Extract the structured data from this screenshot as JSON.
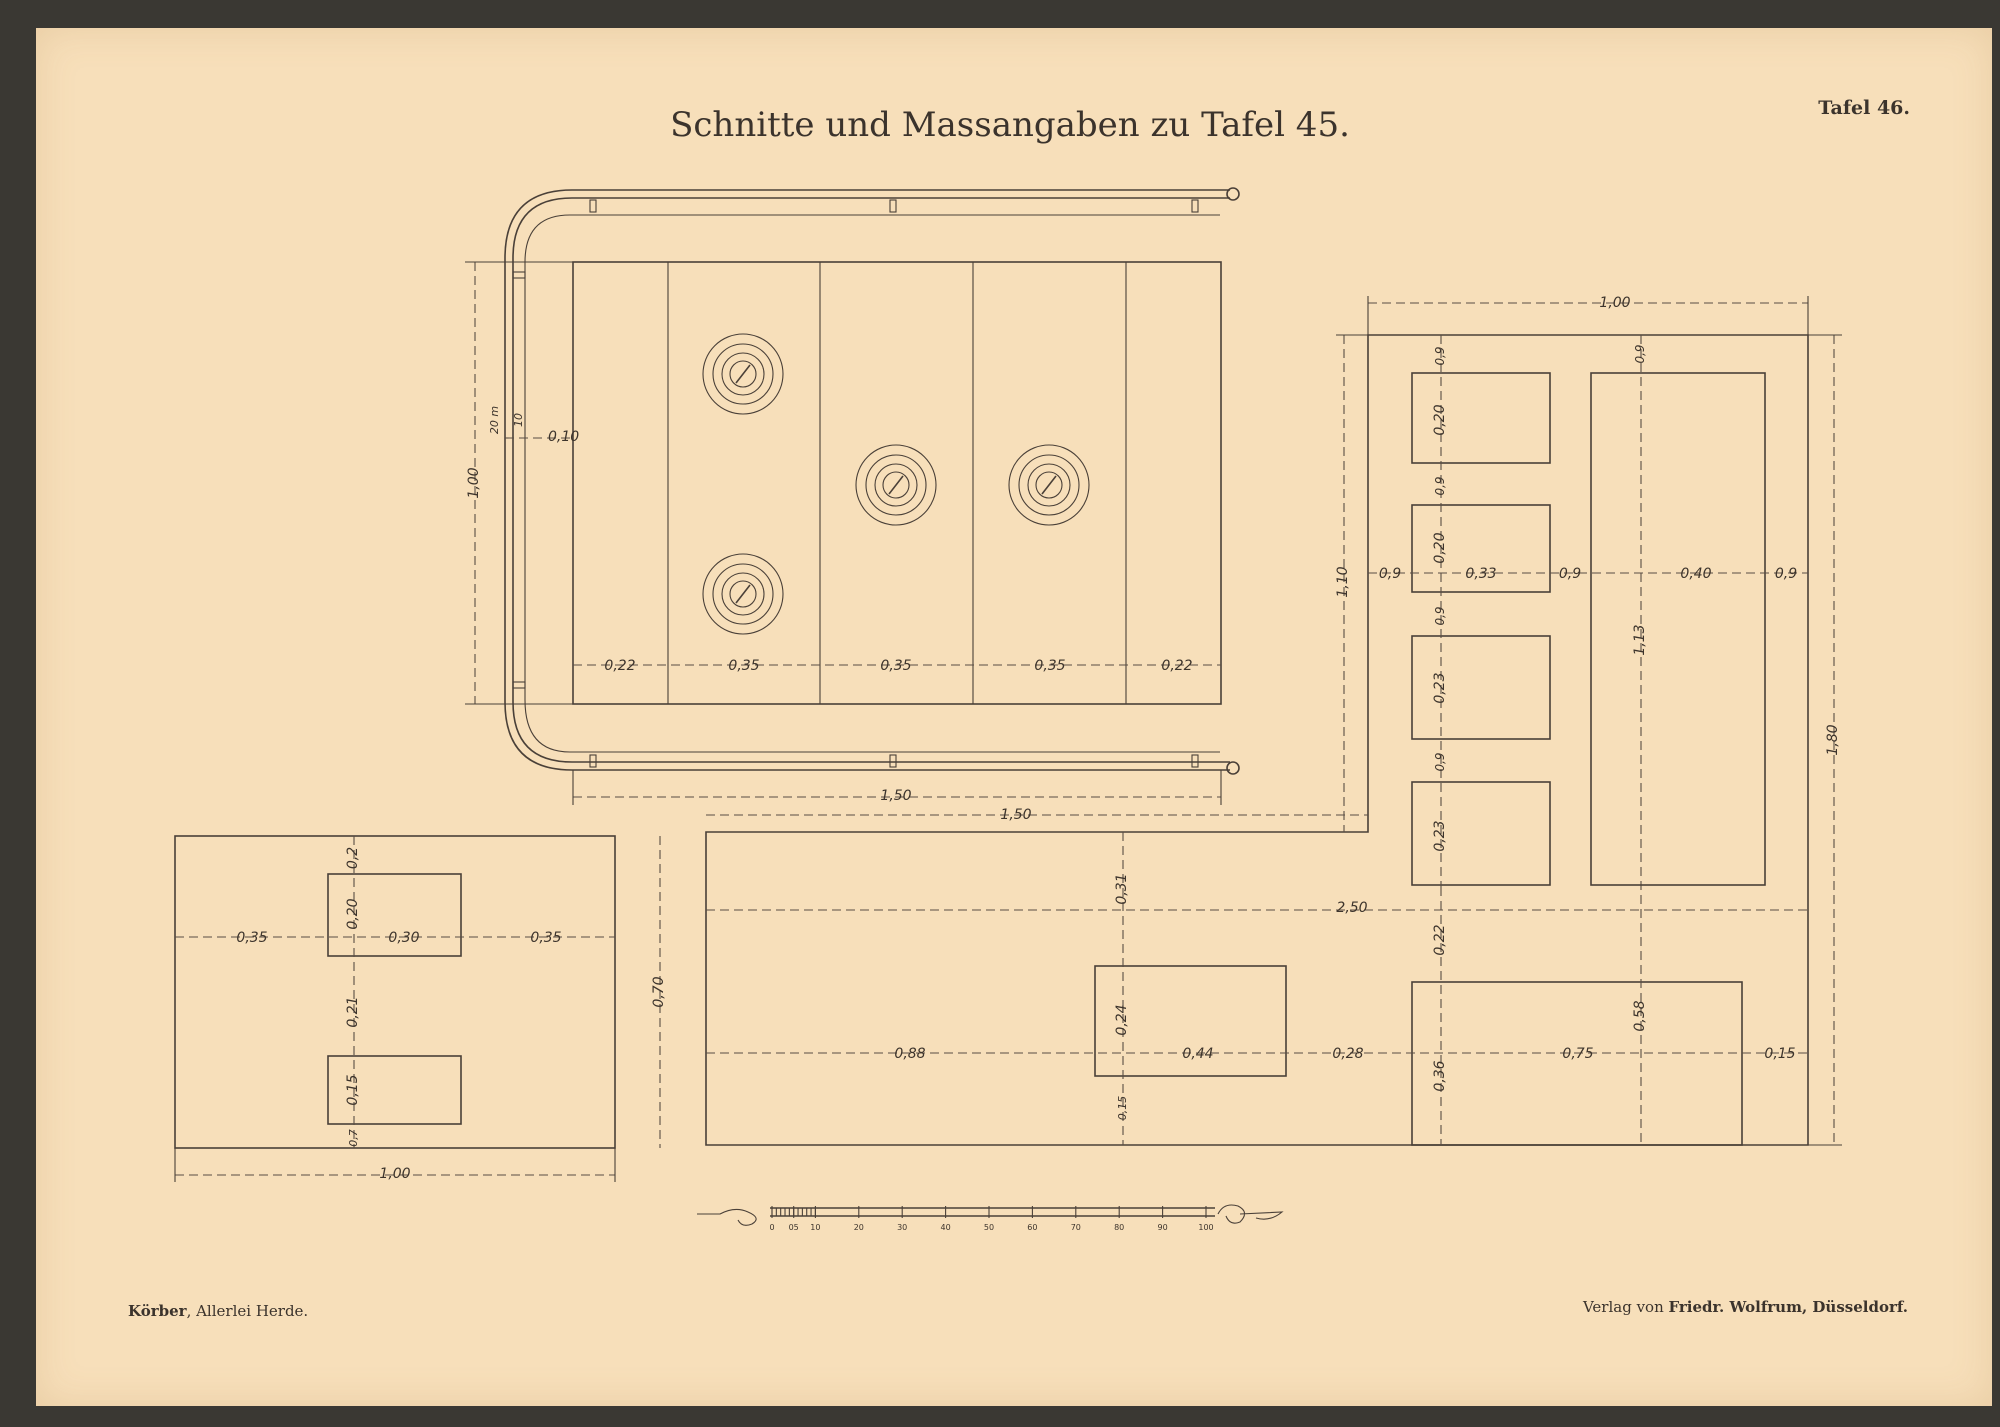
{
  "header": {
    "title": "Schnitte und Massangaben zu Tafel 45.",
    "plate_number": "Tafel 46."
  },
  "footer": {
    "author": "Körber",
    "book": ", Allerlei Herde.",
    "publisher_prefix": "Verlag von ",
    "publisher": "Friedr. Wolfrum, Düsseldorf."
  },
  "top_view": {
    "depth": "1,00",
    "rail_20": "20 m",
    "rail_10": "10",
    "offset": "0,10",
    "segments": [
      "0,22",
      "0,35",
      "0,35",
      "0,35",
      "0,22"
    ],
    "length": "1,50"
  },
  "front_left": {
    "widths": [
      "0,35",
      "0,30",
      "0,35"
    ],
    "heights": [
      "0,2",
      "0,20",
      "0,21",
      "0,15",
      "0,7"
    ],
    "total_height": "0,70",
    "total_width": "1,00"
  },
  "front_main": {
    "top_dim": "1,50",
    "top_gap": "0,31",
    "length": "2,50",
    "bottom_row": [
      "0,88",
      "0,44",
      "0,28",
      "0,75",
      "0,15"
    ],
    "box_heights": [
      "0,24",
      "0,15"
    ],
    "right_heights": [
      "0,22",
      "0,36",
      "0,58"
    ]
  },
  "side_view": {
    "width": "1,00",
    "height_left": "1,10",
    "height_right": "1,80",
    "widths": [
      "0,9",
      "0,33",
      "0,9",
      "0,40",
      "0,9"
    ],
    "col_heights": [
      "0,9",
      "0,20",
      "0,9",
      "0,20",
      "0,9",
      "0,23",
      "0,9",
      "0,23"
    ],
    "tall_top": "0,9",
    "tall_height": "1,13"
  },
  "scale": {
    "ticks": [
      "0",
      "05",
      "10",
      "20",
      "30",
      "40",
      "50",
      "60",
      "70",
      "80",
      "90",
      "100"
    ]
  }
}
